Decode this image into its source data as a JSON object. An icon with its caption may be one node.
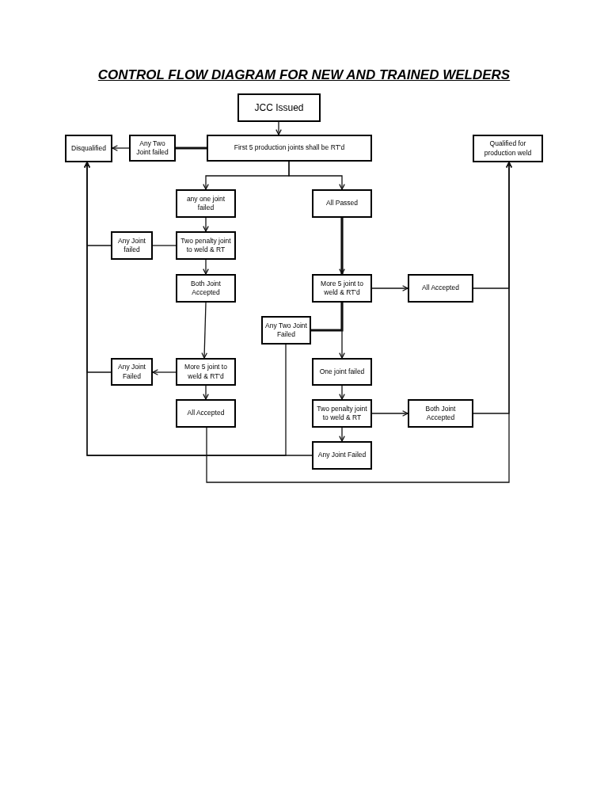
{
  "diagram": {
    "title": "CONTROL FLOW DIAGRAM FOR NEW AND TRAINED WELDERS",
    "nodes": [
      {
        "text": [
          "JCC Issued"
        ]
      },
      {
        "text": [
          "First 5 production joints shall be RT'd"
        ]
      },
      {
        "text": [
          "Disqualified"
        ]
      },
      {
        "text": [
          "Any Two Joint failed"
        ]
      },
      {
        "text": [
          "Qualified for production weld"
        ]
      },
      {
        "text": [
          "any one joint failed"
        ]
      },
      {
        "text": [
          "All Passed"
        ]
      },
      {
        "text": [
          "Any Joint failed"
        ]
      },
      {
        "text": [
          "Two penalty joint to weld & RT"
        ]
      },
      {
        "text": [
          "Both Joint Accepted"
        ]
      },
      {
        "text": [
          "More 5 joint to weld & RT'd"
        ]
      },
      {
        "text": [
          "All Accepted"
        ]
      },
      {
        "text": [
          "Any Two Joint Failed"
        ]
      },
      {
        "text": [
          "Any Joint Failed"
        ]
      },
      {
        "text": [
          "More 5 joint to weld & RT'd"
        ]
      },
      {
        "text": [
          "One joint failed"
        ]
      },
      {
        "text": [
          "All Accepted"
        ]
      },
      {
        "text": [
          "Two penalty joint to weld & RT"
        ]
      },
      {
        "text": [
          "Both Joint Accepted"
        ]
      },
      {
        "text": [
          "Any Joint Failed"
        ]
      }
    ],
    "edges": [
      {
        "from": 0,
        "to": 1,
        "arrow": "to"
      },
      {
        "from": 1,
        "to": 3,
        "arrow": "none",
        "style": "thick"
      },
      {
        "from": 3,
        "to": 2,
        "arrow": "to"
      },
      {
        "from": 1,
        "to": 5,
        "arrow": "to"
      },
      {
        "from": 1,
        "to": 6,
        "arrow": "to"
      },
      {
        "from": 5,
        "to": 8,
        "arrow": "to"
      },
      {
        "from": 8,
        "to": 7,
        "arrow": "none"
      },
      {
        "from": 7,
        "to": 2,
        "arrow": "to"
      },
      {
        "from": 8,
        "to": 9,
        "arrow": "to"
      },
      {
        "from": 9,
        "to": 14,
        "arrow": "to"
      },
      {
        "from": 14,
        "to": 13,
        "arrow": "to"
      },
      {
        "from": 13,
        "to": 2,
        "arrow": "to"
      },
      {
        "from": 14,
        "to": 16,
        "arrow": "to"
      },
      {
        "from": 16,
        "to": 4,
        "arrow": "to"
      },
      {
        "from": 6,
        "to": 10,
        "arrow": "to",
        "style": "thick"
      },
      {
        "from": 10,
        "to": 11,
        "arrow": "to"
      },
      {
        "from": 11,
        "to": 4,
        "arrow": "to"
      },
      {
        "from": 10,
        "to": 12,
        "arrow": "none",
        "style": "thick"
      },
      {
        "from": 10,
        "to": 15,
        "arrow": "to"
      },
      {
        "from": 12,
        "to": 2,
        "arrow": "to"
      },
      {
        "from": 15,
        "to": 17,
        "arrow": "to"
      },
      {
        "from": 17,
        "to": 18,
        "arrow": "to"
      },
      {
        "from": 18,
        "to": 4,
        "arrow": "to"
      },
      {
        "from": 17,
        "to": 19,
        "arrow": "to"
      },
      {
        "from": 19,
        "to": 2,
        "arrow": "to"
      }
    ]
  }
}
